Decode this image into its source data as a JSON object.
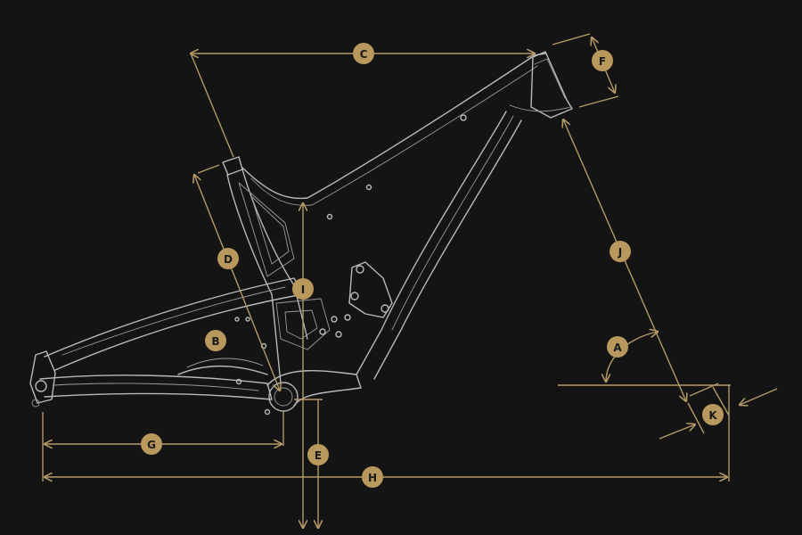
{
  "colors": {
    "background": "#141414",
    "frame_stroke": "#b9b9b9",
    "dimension_line": "#b59a66",
    "badge_fill": "#b9985d",
    "badge_text": "#1a1a1a"
  },
  "labels": {
    "a": "A",
    "b": "B",
    "c": "C",
    "d": "D",
    "e": "E",
    "f": "F",
    "g": "G",
    "h": "H",
    "i": "I",
    "j": "J",
    "k": "K"
  }
}
